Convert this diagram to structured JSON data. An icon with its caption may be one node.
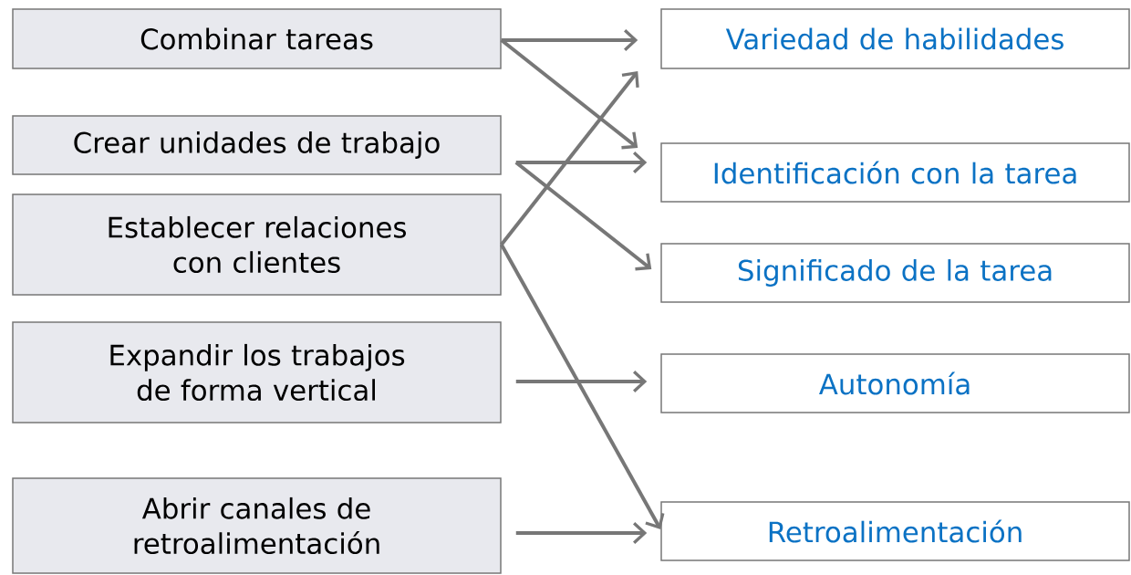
{
  "diagram": {
    "nodes": [
      {
        "text": [
          "Combinar tareas"
        ]
      },
      {
        "text": [
          "Crear unidades de trabajo"
        ]
      },
      {
        "text": [
          "Establecer relaciones con clientes"
        ]
      },
      {
        "text": [
          "Expandir los trabajos de forma vertical"
        ]
      },
      {
        "text": [
          "Abrir canales de retroalimentación"
        ]
      },
      {
        "text": [
          "Variedad de habilidades"
        ]
      },
      {
        "text": [
          "Identificación con la tarea"
        ]
      },
      {
        "text": [
          "Significado de la tarea"
        ]
      },
      {
        "text": [
          "Autonomía"
        ]
      },
      {
        "text": [
          "Retroalimentación"
        ]
      }
    ],
    "edges": [
      {
        "from": 0,
        "to": 5,
        "arrow": "to"
      },
      {
        "from": 0,
        "to": 6,
        "arrow": "to"
      },
      {
        "from": 1,
        "to": 6,
        "arrow": "to"
      },
      {
        "from": 1,
        "to": 7,
        "arrow": "to"
      },
      {
        "from": 2,
        "to": 5,
        "arrow": "to"
      },
      {
        "from": 2,
        "to": 9,
        "arrow": "to"
      },
      {
        "from": 3,
        "to": 8,
        "arrow": "to"
      },
      {
        "from": 4,
        "to": 9,
        "arrow": "to"
      }
    ]
  }
}
